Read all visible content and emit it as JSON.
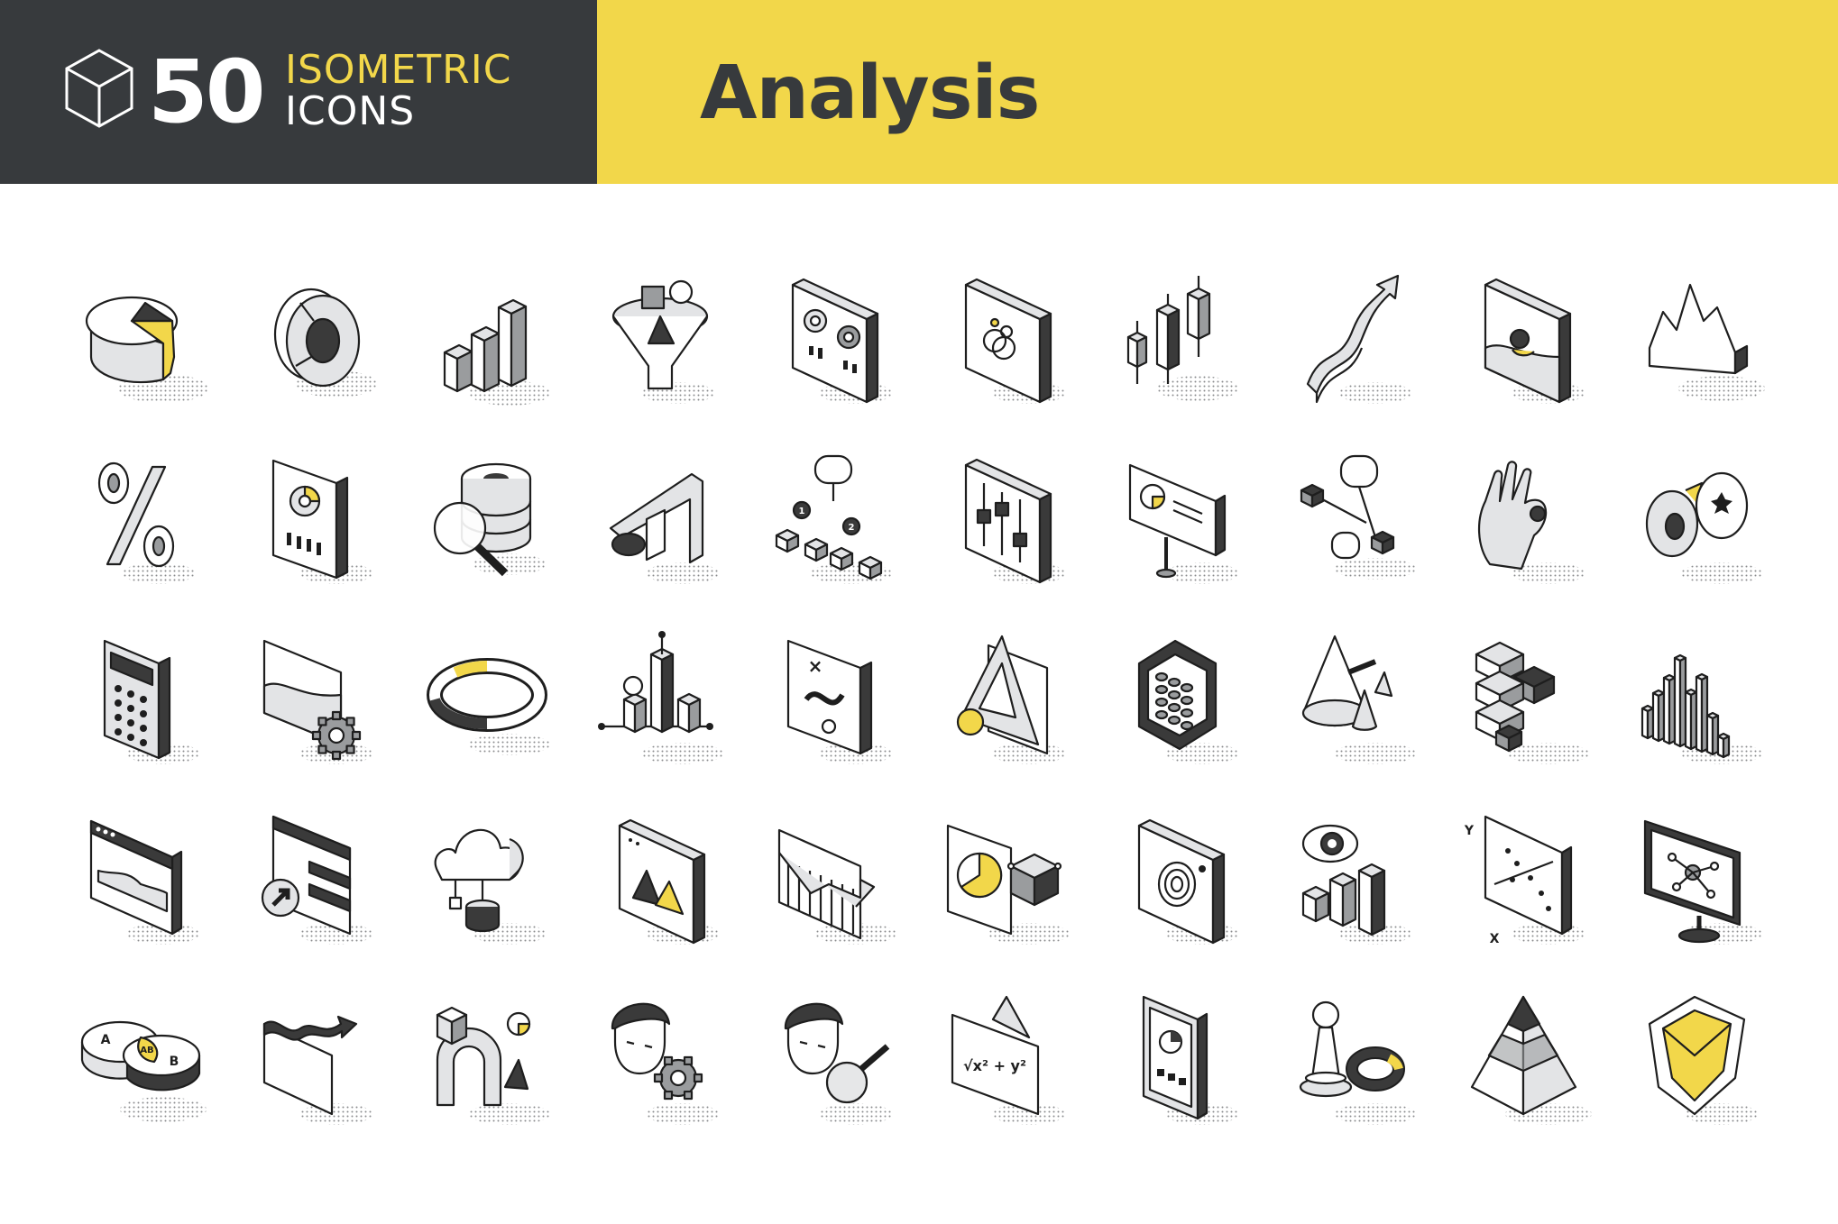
{
  "header": {
    "count": "50",
    "subtitle_line1": "ISOMETRIC",
    "subtitle_line2": "ICONS",
    "title": "Analysis"
  },
  "colors": {
    "dark": "#373a3d",
    "accent": "#f2d74a",
    "gray_light": "#e3e4e6",
    "gray_mid": "#9a9c9e",
    "gray_dark": "#3a3a3a",
    "stroke": "#1e1e1e"
  },
  "icons": [
    {
      "name": "pie-chart-icon",
      "glyph": "pie3d"
    },
    {
      "name": "donut-chart-icon",
      "glyph": "ring"
    },
    {
      "name": "bar-chart-rising-icon",
      "glyph": "bars3"
    },
    {
      "name": "funnel-icon",
      "glyph": "funnel"
    },
    {
      "name": "dashboard-panel-icon",
      "glyph": "panel-gauges"
    },
    {
      "name": "venn-board-icon",
      "glyph": "panel-circles"
    },
    {
      "name": "candlestick-chart-icon",
      "glyph": "candles"
    },
    {
      "name": "growth-arrow-icon",
      "glyph": "arrow-up"
    },
    {
      "name": "wave-chart-panel-icon",
      "glyph": "panel-wave"
    },
    {
      "name": "mountain-area-chart-icon",
      "glyph": "mountain"
    },
    {
      "name": "percent-icon",
      "glyph": "percent"
    },
    {
      "name": "report-document-icon",
      "glyph": "doc-donut"
    },
    {
      "name": "database-search-icon",
      "glyph": "db-search"
    },
    {
      "name": "caliper-icon",
      "glyph": "caliper"
    },
    {
      "name": "flowchart-icon",
      "glyph": "flow"
    },
    {
      "name": "equalizer-sliders-icon",
      "glyph": "sliders"
    },
    {
      "name": "presentation-board-icon",
      "glyph": "board"
    },
    {
      "name": "decision-flow-icon",
      "glyph": "decision"
    },
    {
      "name": "hand-gesture-icon",
      "glyph": "hand"
    },
    {
      "name": "disc-segments-icon",
      "glyph": "discs"
    },
    {
      "name": "calculator-icon",
      "glyph": "calculator"
    },
    {
      "name": "chart-settings-icon",
      "glyph": "chart-gear"
    },
    {
      "name": "cycle-ring-icon",
      "glyph": "cycle"
    },
    {
      "name": "timeline-bars-icon",
      "glyph": "timeline"
    },
    {
      "name": "strategy-path-icon",
      "glyph": "strategy"
    },
    {
      "name": "ruler-document-icon",
      "glyph": "ruler"
    },
    {
      "name": "abacus-icon",
      "glyph": "abacus"
    },
    {
      "name": "cone-shapes-icon",
      "glyph": "cones"
    },
    {
      "name": "stacked-blocks-icon",
      "glyph": "blocks"
    },
    {
      "name": "histogram-icon",
      "glyph": "histogram"
    },
    {
      "name": "browser-graph-icon",
      "glyph": "browser"
    },
    {
      "name": "spreadsheet-arrow-icon",
      "glyph": "spreadsheet"
    },
    {
      "name": "cloud-database-icon",
      "glyph": "cloud"
    },
    {
      "name": "image-panel-icon",
      "glyph": "image"
    },
    {
      "name": "trend-down-chart-icon",
      "glyph": "trend"
    },
    {
      "name": "pie-cube-icon",
      "glyph": "pie-cube"
    },
    {
      "name": "radar-scan-icon",
      "glyph": "radar"
    },
    {
      "name": "eye-bars-icon",
      "glyph": "eye-bars"
    },
    {
      "name": "scatter-plot-icon",
      "glyph": "scatter"
    },
    {
      "name": "network-monitor-icon",
      "glyph": "monitor"
    },
    {
      "name": "venn-diagram-icon",
      "glyph": "venn"
    },
    {
      "name": "zigzag-arrow-icon",
      "glyph": "zigzag"
    },
    {
      "name": "arch-shapes-icon",
      "glyph": "arch"
    },
    {
      "name": "person-gear-icon",
      "glyph": "person-gear"
    },
    {
      "name": "person-search-icon",
      "glyph": "person-search"
    },
    {
      "name": "math-formula-icon",
      "glyph": "formula"
    },
    {
      "name": "mobile-chart-icon",
      "glyph": "phone"
    },
    {
      "name": "chess-pawn-icon",
      "glyph": "pawn"
    },
    {
      "name": "pyramid-icon",
      "glyph": "pyramid"
    },
    {
      "name": "gem-icon",
      "glyph": "gem"
    }
  ],
  "labels": {
    "venn_a": "A",
    "venn_ab": "AB",
    "venn_b": "B",
    "scatter_y": "Y",
    "scatter_x": "X",
    "formula": "√x² + y²",
    "flow_1": "1",
    "flow_2": "2"
  }
}
